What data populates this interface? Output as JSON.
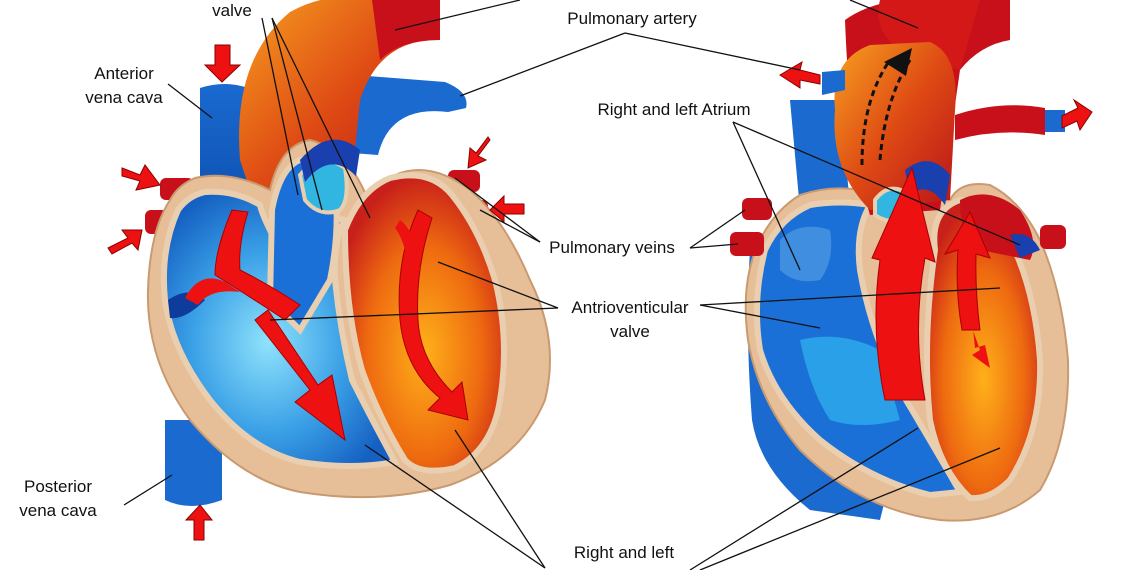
{
  "labels": {
    "semilunar_valve": "valve",
    "pulmonary_artery": "Pulmonary artery",
    "anterior_vena_cava_1": "Anterior",
    "anterior_vena_cava_2": "vena cava",
    "right_left_atrium": "Right and left Atrium",
    "pulmonary_veins": "Pulmonary veins",
    "av_valve_1": "Antrioventicular",
    "av_valve_2": "valve",
    "posterior_vena_cava_1": "Posterior",
    "posterior_vena_cava_2": "vena cava",
    "ventricles_1": "Right and left"
  },
  "colors": {
    "deoxygenated_blue": "#1766c8",
    "light_blue": "#6fd4f7",
    "oxygenated_red": "#c8101a",
    "orange": "#f07a10",
    "tissue_beige": "#e6bf98",
    "arrow_red": "#ee1111"
  }
}
